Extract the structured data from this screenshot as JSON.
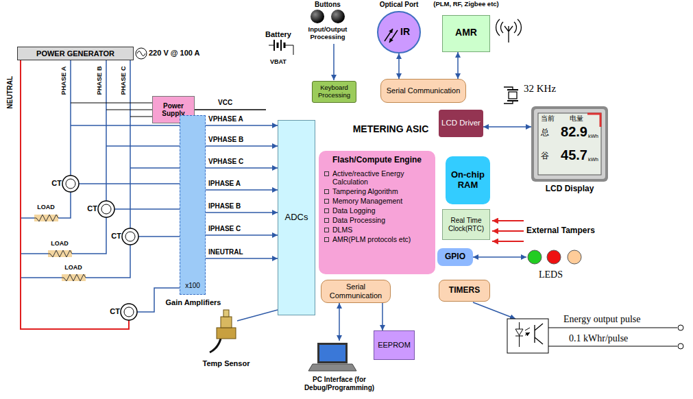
{
  "diagram": {
    "nodes": [
      {
        "text": [
          "POWER GENERATOR"
        ]
      },
      {
        "text": [
          "Power Supply"
        ]
      },
      {
        "text": [
          "x100",
          "Gain Amplifiers"
        ]
      },
      {
        "text": [
          "CT"
        ]
      },
      {
        "text": [
          "CT"
        ]
      },
      {
        "text": [
          "CT"
        ]
      },
      {
        "text": [
          "CT"
        ]
      },
      {
        "text": [
          "METERING ASIC"
        ]
      },
      {
        "text": [
          "Keyboard Processing"
        ],
        "in": 7
      },
      {
        "text": [
          "Serial Communication"
        ],
        "in": 7
      },
      {
        "text": [
          "LCD Driver"
        ],
        "in": 7
      },
      {
        "text": [
          "ADCs"
        ],
        "in": 7
      },
      {
        "text": [
          "Flash/Compute Engine",
          "Active/reactive Energy Calculation",
          "Tampering Algorithm",
          "Memory Management",
          "Data Logging",
          "Data Processing",
          "DLMS",
          "AMR(PLM protocols etc)"
        ],
        "in": 7
      },
      {
        "text": [
          "On-chip RAM"
        ],
        "in": 7
      },
      {
        "text": [
          "Real Time Clock(RTC)"
        ],
        "in": 7
      },
      {
        "text": [
          "GPIO"
        ],
        "in": 7
      },
      {
        "text": [
          "Serial Communication"
        ],
        "in": 7
      },
      {
        "text": [
          "TIMERS"
        ],
        "in": 7
      },
      {
        "text": [
          "Optical Port",
          "IR"
        ]
      },
      {
        "text": [
          "(PLM, RF, Zigbee etc)",
          "AMR"
        ]
      },
      {
        "text": [
          "当前",
          "电量",
          "82.9",
          "kWh",
          "总",
          "谷",
          "45.7",
          "kWh",
          "LCD Display"
        ]
      },
      {
        "text": [
          "EEPROM"
        ]
      }
    ],
    "edges": [
      {
        "from": 2,
        "to": 11,
        "arrow": "to",
        "label": "VPHASE A"
      },
      {
        "from": 2,
        "to": 11,
        "arrow": "to",
        "label": "VPHASE B"
      },
      {
        "from": 2,
        "to": 11,
        "arrow": "to",
        "label": "VPHASE C"
      },
      {
        "from": 2,
        "to": 11,
        "arrow": "to",
        "label": "IPHASE A"
      },
      {
        "from": 2,
        "to": 11,
        "arrow": "to",
        "label": "IPHASE B"
      },
      {
        "from": 2,
        "to": 11,
        "arrow": "to",
        "label": "IPHASE C"
      },
      {
        "from": 2,
        "to": 11,
        "arrow": "to",
        "label": "INEUTRAL"
      },
      {
        "from": 1,
        "to": 7,
        "arrow": "none",
        "label": "VCC"
      },
      {
        "from": 9,
        "to": 18,
        "arrow": "both"
      },
      {
        "from": 9,
        "to": 19,
        "arrow": "both"
      },
      {
        "from": 10,
        "to": 20,
        "arrow": "both"
      },
      {
        "from": 16,
        "to": 21,
        "arrow": "to"
      }
    ],
    "labels": [
      "220 V @ 100 A",
      "NEUTRAL",
      "PHASE A",
      "PHASE B",
      "PHASE C",
      "LOAD",
      "LOAD",
      "LOAD",
      "Battery",
      "VBAT",
      "Buttons",
      "Input/Output Processing",
      "32 KHz",
      "External Tampers",
      "LEDS",
      "Temp Sensor",
      "PC Interface (for Debug/Programming)",
      "Energy output pulse",
      "0.1 kWhr/pulse"
    ]
  }
}
